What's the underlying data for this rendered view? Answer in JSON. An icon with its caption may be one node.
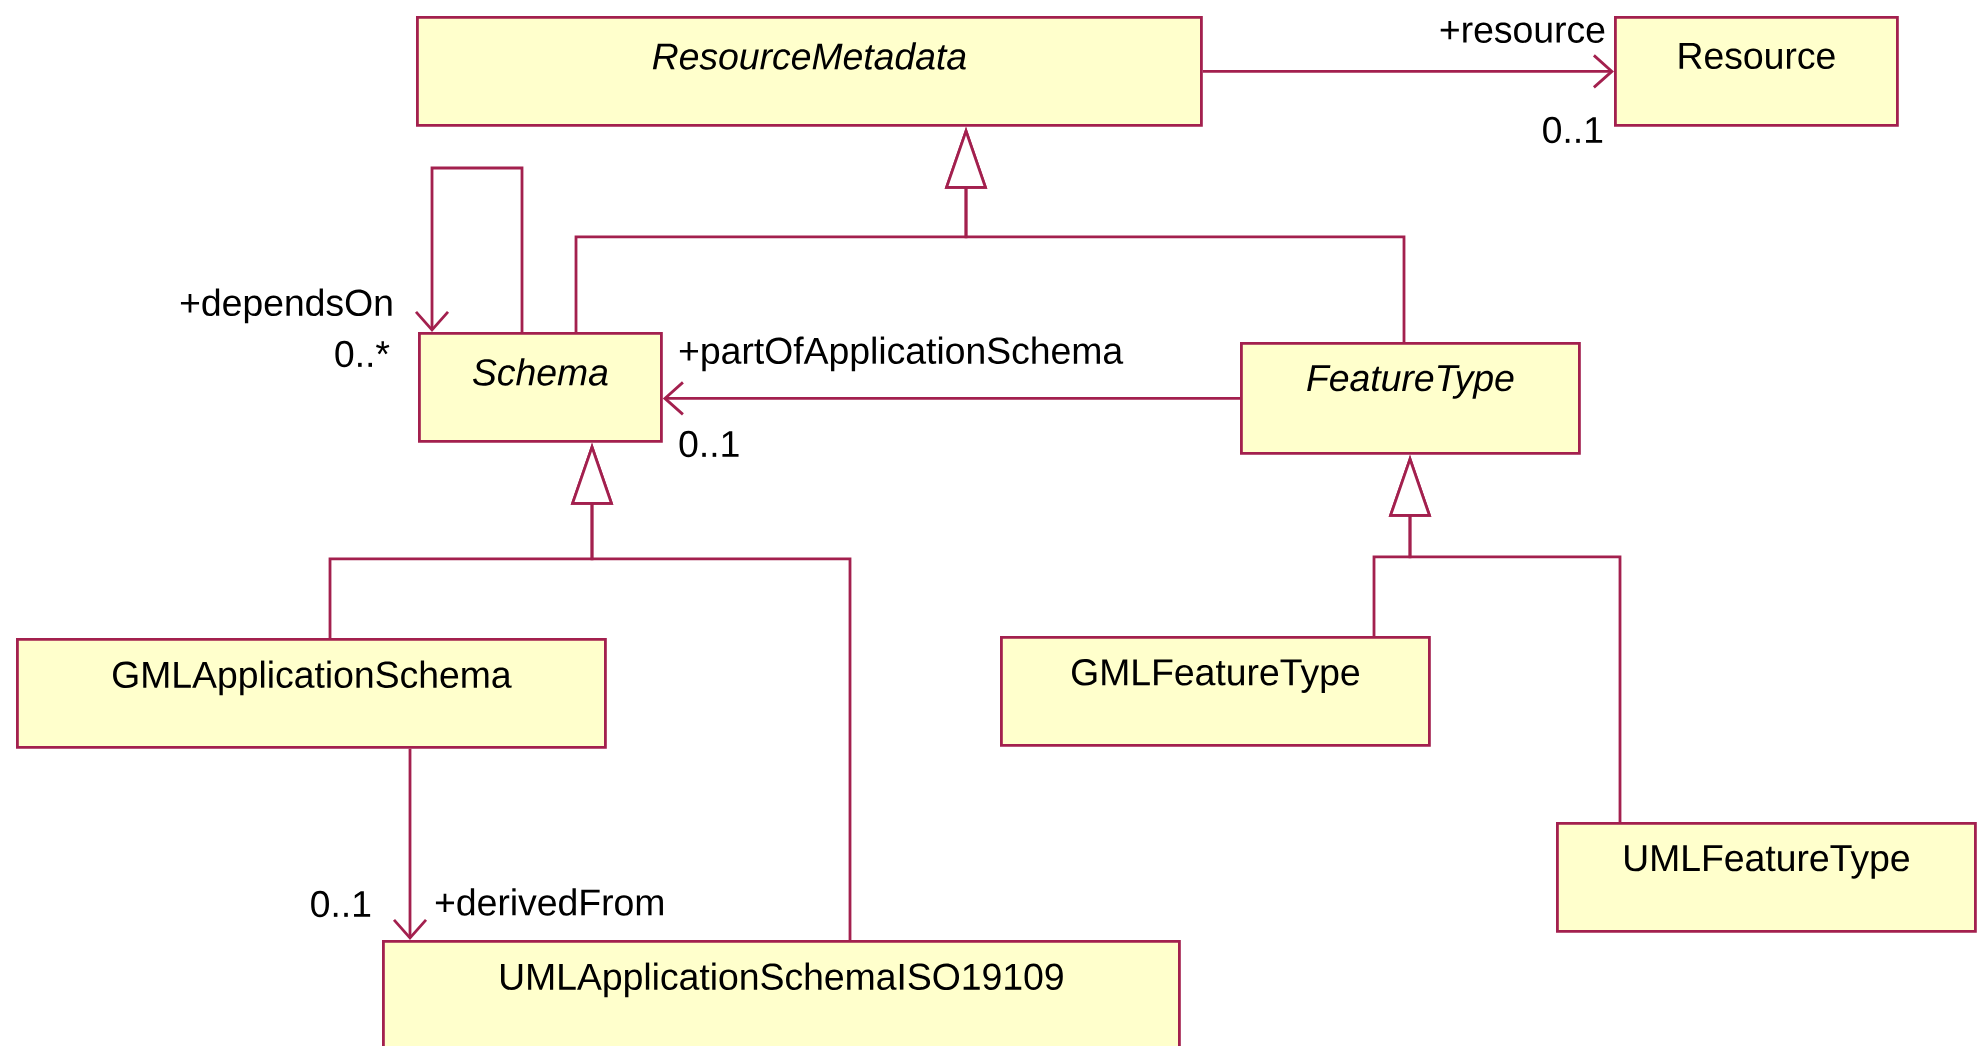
{
  "diagram": {
    "nodes": [
      {
        "text": [
          "*ResourceMetadata*"
        ]
      },
      {
        "text": [
          "Resource"
        ]
      },
      {
        "text": [
          "*Schema*"
        ]
      },
      {
        "text": [
          "*FeatureType*"
        ]
      },
      {
        "text": [
          "GMLApplicationSchema"
        ]
      },
      {
        "text": [
          "GMLFeatureType"
        ]
      },
      {
        "text": [
          "UMLFeatureType"
        ]
      },
      {
        "text": [
          "UMLApplicationSchemaISO19109"
        ]
      }
    ],
    "edges": [
      {
        "from": 0,
        "to": 1,
        "arrow": "to",
        "label": "+resource"
      },
      {
        "from": 2,
        "to": 2,
        "arrow": "to",
        "label": "+dependsOn"
      },
      {
        "from": 3,
        "to": 2,
        "arrow": "to",
        "label": "+partOfApplicationSchema"
      },
      {
        "from": 2,
        "to": 0,
        "arrow": "to"
      },
      {
        "from": 3,
        "to": 0,
        "arrow": "to"
      },
      {
        "from": 4,
        "to": 2,
        "arrow": "to"
      },
      {
        "from": 7,
        "to": 2,
        "arrow": "to"
      },
      {
        "from": 5,
        "to": 3,
        "arrow": "to"
      },
      {
        "from": 6,
        "to": 3,
        "arrow": "to"
      },
      {
        "from": 4,
        "to": 7,
        "arrow": "to",
        "label": "+derivedFrom"
      }
    ],
    "labels": [
      "0..1",
      "0..*",
      "0..1",
      "0..1"
    ]
  }
}
